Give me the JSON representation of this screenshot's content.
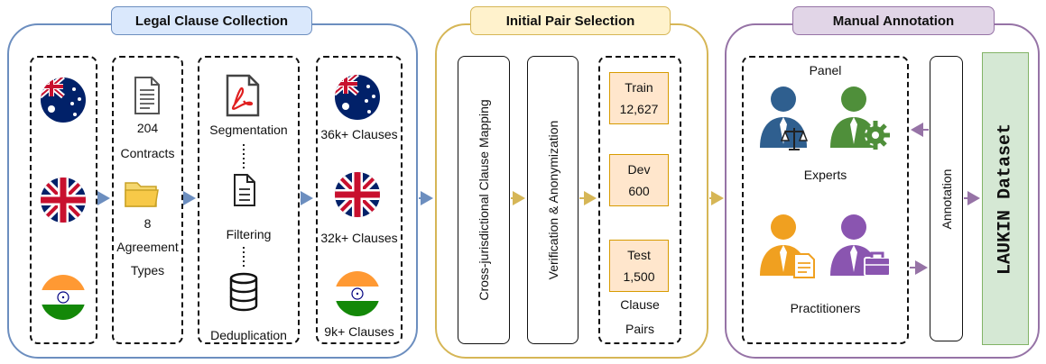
{
  "stages": {
    "collection": {
      "title": "Legal Clause Collection",
      "contracts_count": "204",
      "contracts_label": "Contracts",
      "agreement_count": "8",
      "agreement_label_1": "Agreement",
      "agreement_label_2": "Types",
      "steps": [
        "Segmentation",
        "Filtering",
        "Deduplication"
      ],
      "clauses": [
        "36k+ Clauses",
        "32k+ Clauses",
        "9k+ Clauses"
      ]
    },
    "pairing": {
      "title": "Initial Pair Selection",
      "step_mapping": "Cross-jurisdictional Clause Mapping",
      "step_verification": "Verification & Anonymization",
      "splits": [
        {
          "name": "Train",
          "count": "12,627"
        },
        {
          "name": "Dev",
          "count": "600"
        },
        {
          "name": "Test",
          "count": "1,500"
        }
      ],
      "pairs_label_1": "Clause",
      "pairs_label_2": "Pairs"
    },
    "annotation": {
      "title": "Manual Annotation",
      "panel_label": "Panel",
      "experts_label": "Experts",
      "practitioners_label": "Practitioners",
      "annotation_label": "Annotation",
      "dataset_label": "LAUKIN Dataset"
    }
  },
  "colors": {
    "collection": "#6c8ebf",
    "collection_fill": "#dae8fc",
    "pairing": "#d6b656",
    "pairing_fill": "#fff2cc",
    "annotation": "#9673a6",
    "annotation_fill": "#e1d5e7",
    "split_border": "#d79b00",
    "split_fill": "#ffe6cc",
    "dataset_border": "#82b366",
    "dataset_fill": "#d5e8d4",
    "expert_blue": "#2f5f8f",
    "expert_green": "#4f8f3a",
    "practitioner_orange": "#f0a020",
    "practitioner_purple": "#8a55b0"
  }
}
